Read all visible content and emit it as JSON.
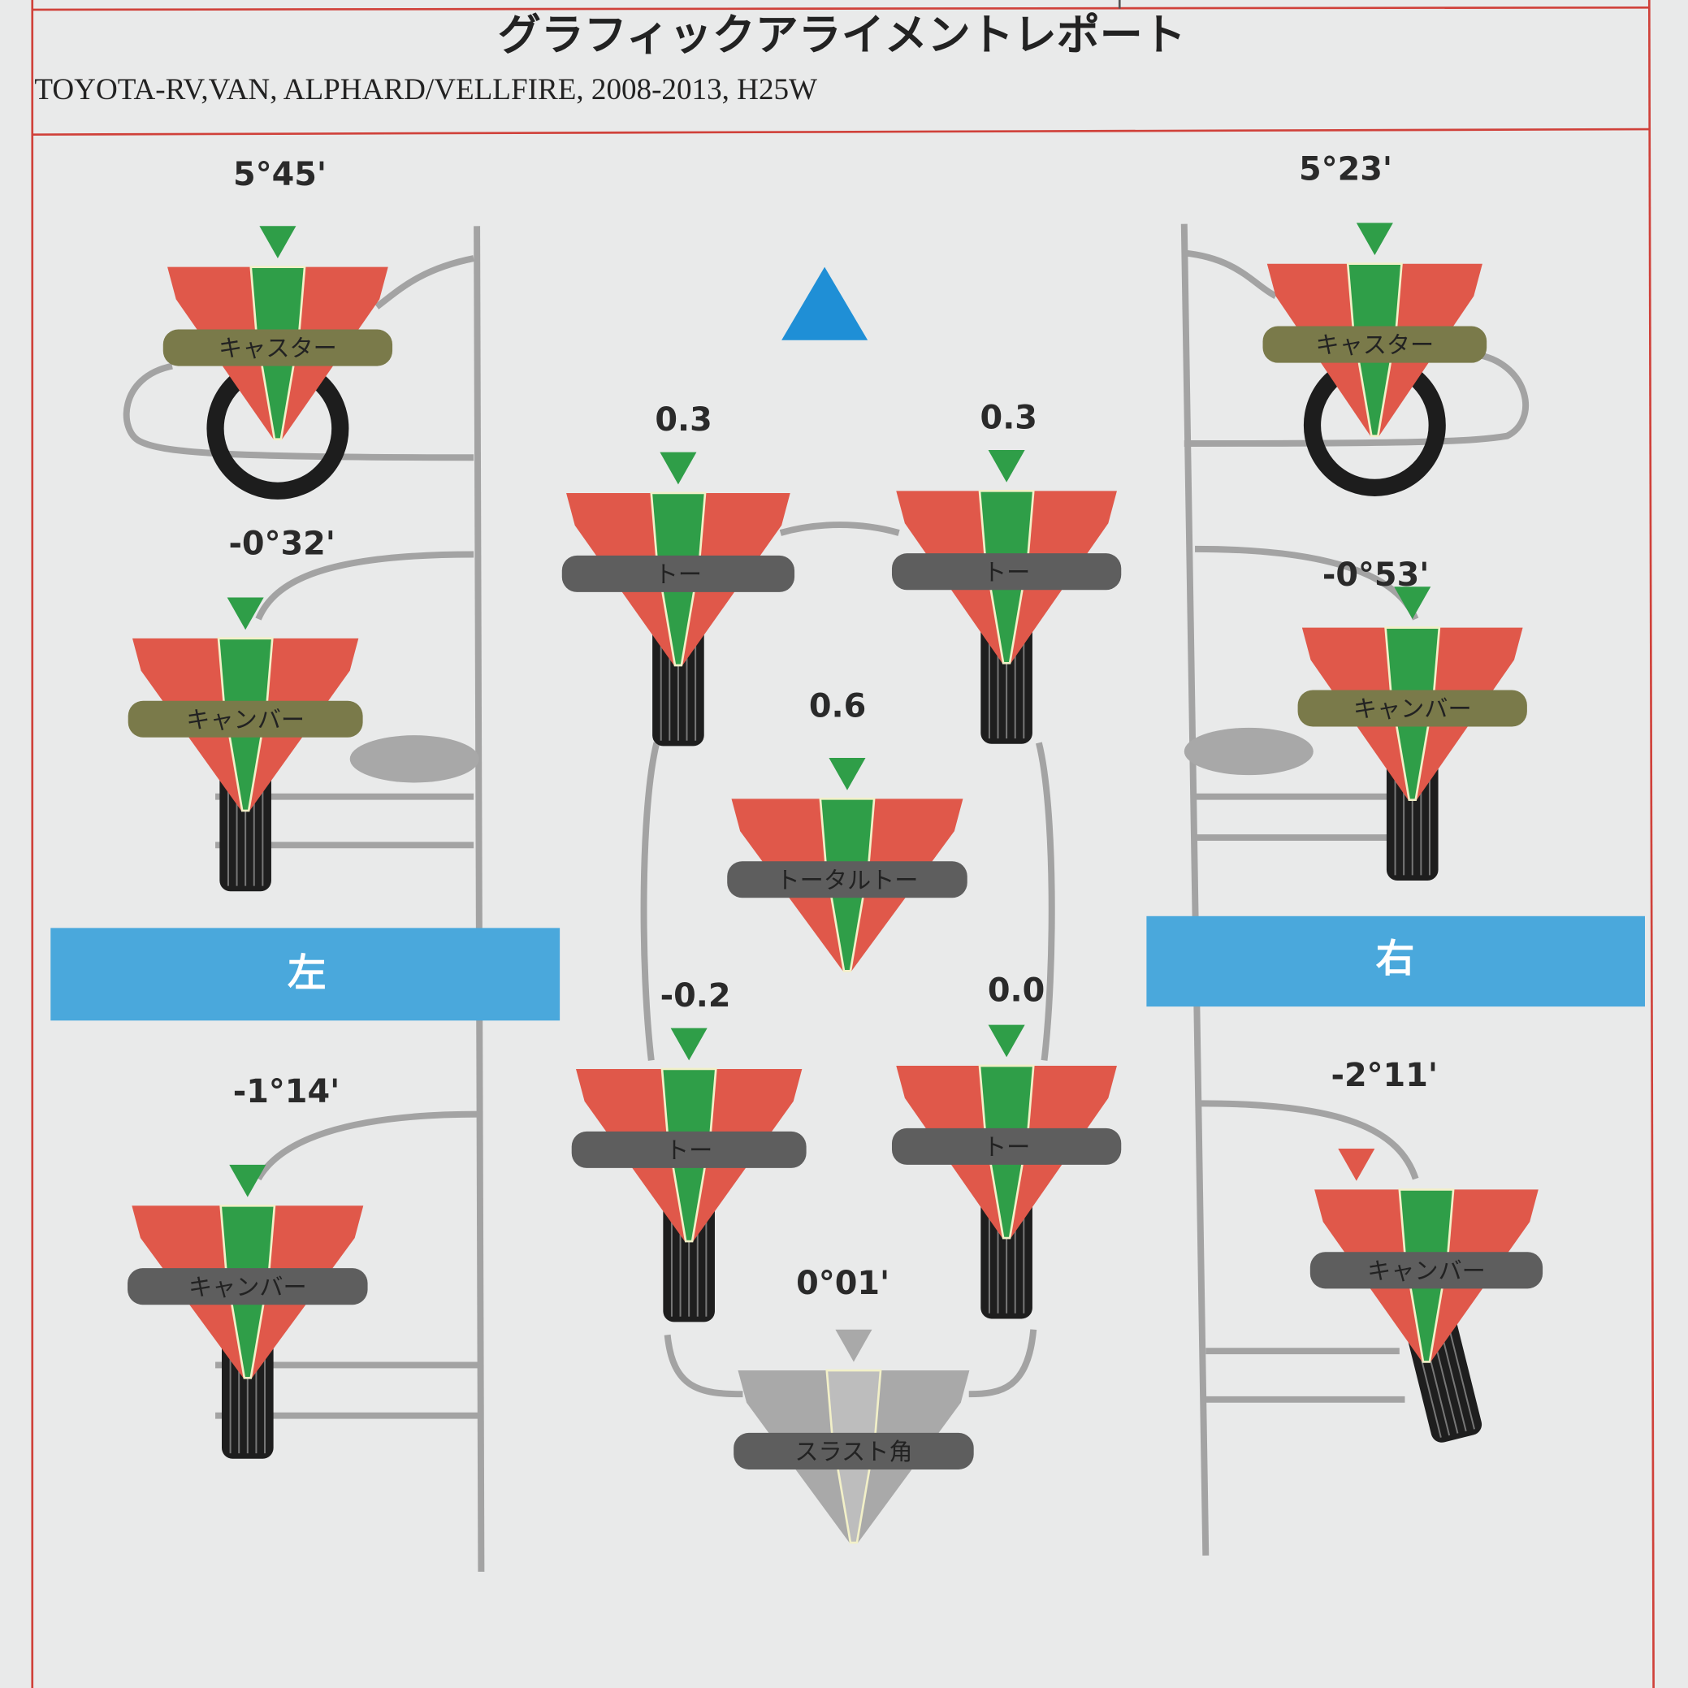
{
  "header": {
    "title": "グラフィックアライメントレポート",
    "vehicle": "TOYOTA-RV,VAN, ALPHARD/VELLFIRE, 2008-2013, H25W"
  },
  "sides": {
    "left": "左",
    "right": "右"
  },
  "colors": {
    "out_of_range": "#e0584a",
    "in_range": "#2f9e48",
    "neutral": "#a9a9a9",
    "label_bar_olive": "#7a7a4a",
    "label_bar_gray": "#5e5e5e",
    "banner": "#4aa8dc",
    "forward_arrow": "#1f8fd6",
    "border": "#d0413a"
  },
  "gauges": [
    {
      "id": "left-caster",
      "label": "キャスター",
      "value": "5°45'",
      "status": "in-range"
    },
    {
      "id": "right-caster",
      "label": "キャスター",
      "value": "5°23'",
      "status": "in-range"
    },
    {
      "id": "left-front-camber",
      "label": "キャンバー",
      "value": "-0°32'",
      "status": "in-range"
    },
    {
      "id": "right-front-camber",
      "label": "キャンバー",
      "value": "-0°53'",
      "status": "in-range"
    },
    {
      "id": "left-front-toe",
      "label": "トー",
      "value": "0.3",
      "status": "in-range"
    },
    {
      "id": "right-front-toe",
      "label": "トー",
      "value": "0.3",
      "status": "in-range"
    },
    {
      "id": "front-total-toe",
      "label": "トータルトー",
      "value": "0.6",
      "status": "in-range"
    },
    {
      "id": "left-rear-toe",
      "label": "トー",
      "value": "-0.2",
      "status": "in-range"
    },
    {
      "id": "right-rear-toe",
      "label": "トー",
      "value": "0.0",
      "status": "in-range"
    },
    {
      "id": "left-rear-camber",
      "label": "キャンバー",
      "value": "-1°14'",
      "status": "in-range"
    },
    {
      "id": "right-rear-camber",
      "label": "キャンバー",
      "value": "-2°11'",
      "status": "out-of-range"
    },
    {
      "id": "thrust-angle",
      "label": "スラスト角",
      "value": "0°01'",
      "status": "neutral"
    }
  ]
}
